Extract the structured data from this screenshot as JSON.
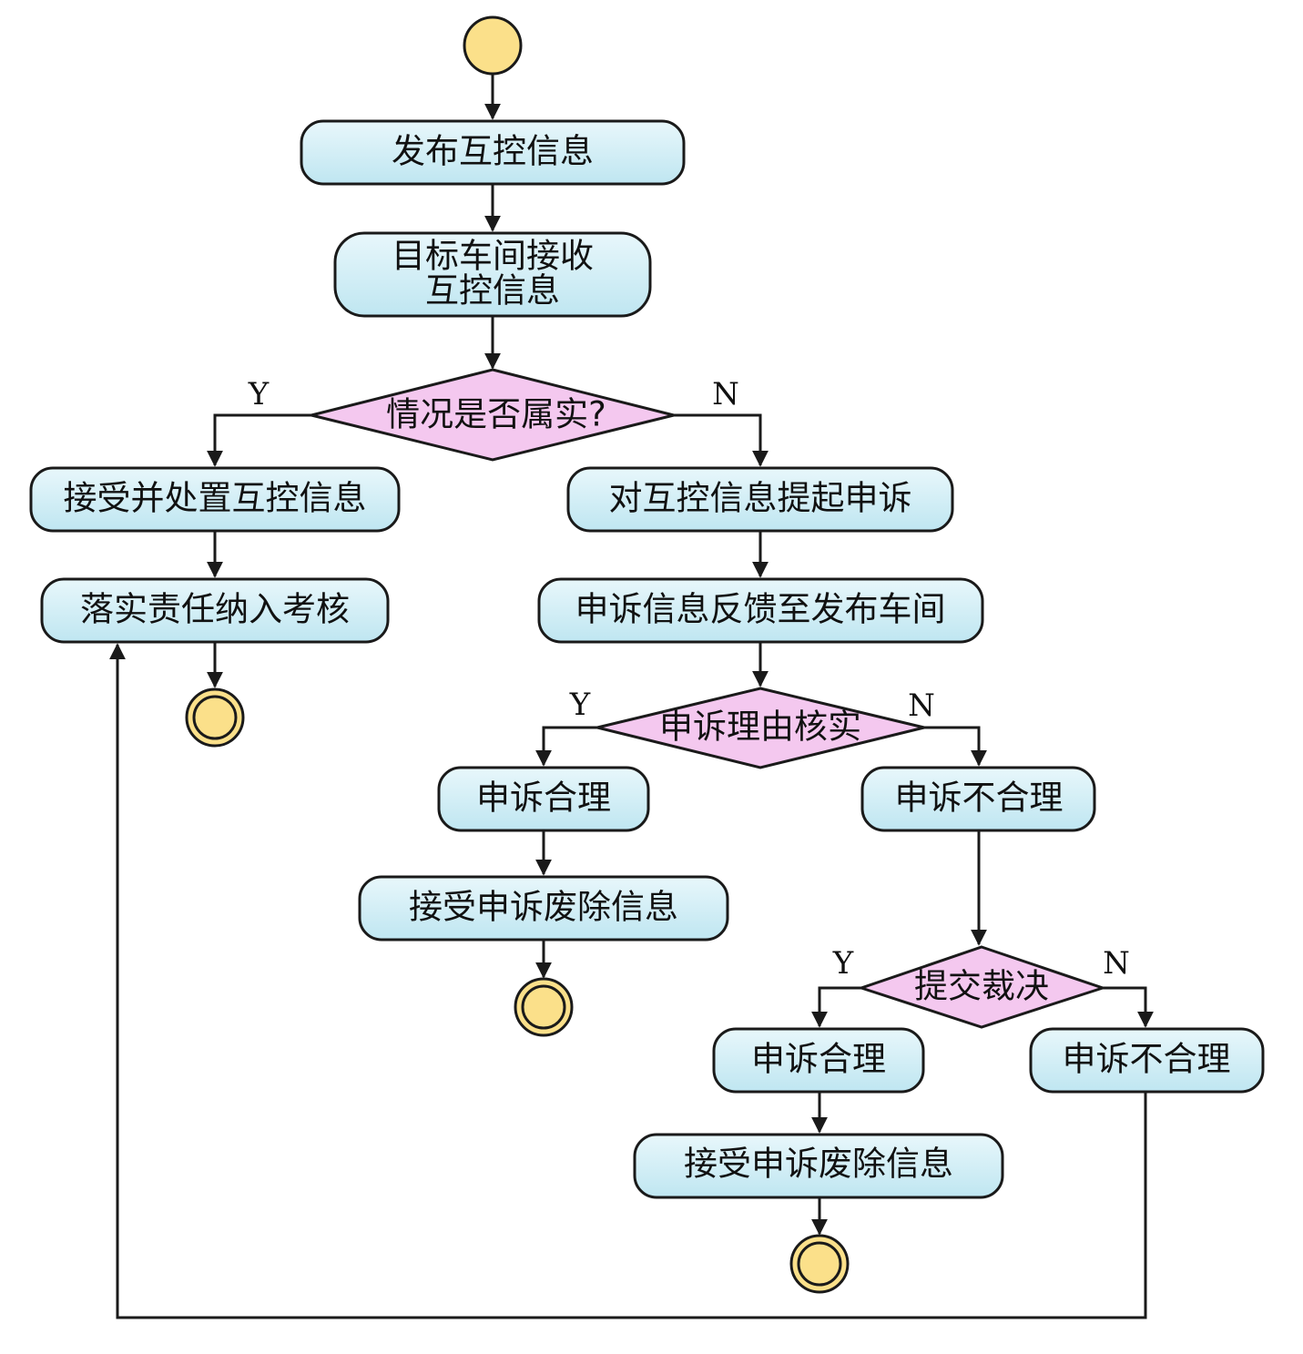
{
  "colors": {
    "activity_fill_top": "#e8f7fb",
    "activity_fill_bottom": "#bfe6f1",
    "decision_fill": "#f4c8ef",
    "terminal_fill": "#fbe08a",
    "stroke": "#1a1a1a"
  },
  "nodes": {
    "publish": "发布互控信息",
    "receive_line1": "目标车间接收",
    "receive_line2": "互控信息",
    "check_fact": "情况是否属实?",
    "accept_handle": "接受并处置互控信息",
    "responsibility": "落实责任纳入考核",
    "appeal": "对互控信息提起申诉",
    "feedback": "申诉信息反馈至发布车间",
    "verify_reason": "申诉理由核实",
    "appeal_valid_1": "申诉合理",
    "appeal_invalid_1": "申诉不合理",
    "accept_cancel_1": "接受申诉废除信息",
    "submit_ruling": "提交裁决",
    "appeal_valid_2": "申诉合理",
    "appeal_invalid_2": "申诉不合理",
    "accept_cancel_2": "接受申诉废除信息"
  },
  "labels": {
    "yes": "Y",
    "no": "N"
  }
}
